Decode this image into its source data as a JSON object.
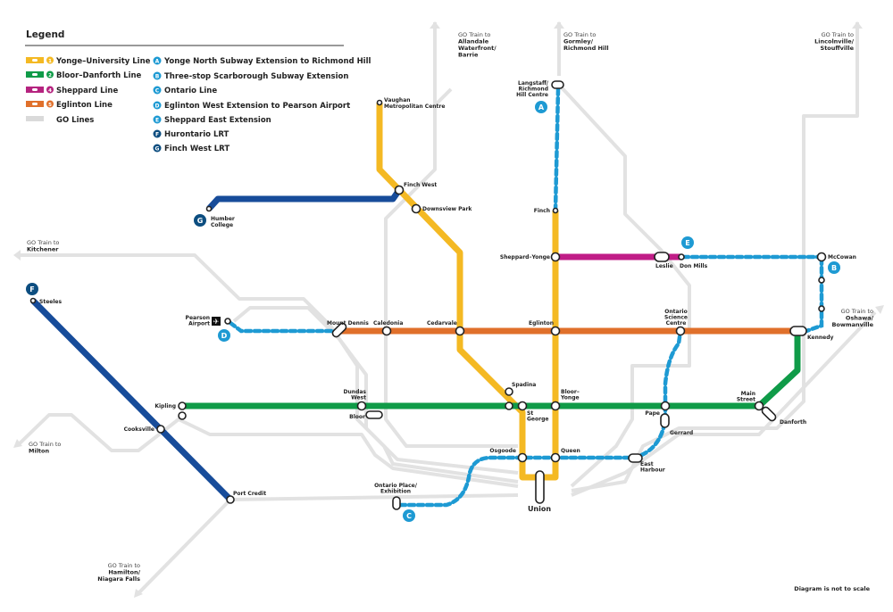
{
  "legend": {
    "title": "Legend",
    "lines": [
      {
        "num": "1",
        "label": "Yonge–University Line",
        "color": "#F4B923"
      },
      {
        "num": "2",
        "label": "Bloor–Danforth Line",
        "color": "#0F9B48"
      },
      {
        "num": "4",
        "label": "Sheppard Line",
        "color": "#B5237F"
      },
      {
        "num": "5",
        "label": "Eglinton Line",
        "color": "#E0702B"
      },
      {
        "num": "",
        "label": "GO Lines",
        "color": "#DADADA"
      }
    ],
    "projects": [
      {
        "letter": "A",
        "label": "Yonge North Subway Extension to Richmond Hill"
      },
      {
        "letter": "B",
        "label": "Three-stop Scarborough Subway Extension"
      },
      {
        "letter": "C",
        "label": "Ontario Line"
      },
      {
        "letter": "D",
        "label": "Eglinton West Extension to Pearson Airport"
      },
      {
        "letter": "E",
        "label": "Sheppard East Extension"
      },
      {
        "letter": "F",
        "label": "Hurontario LRT"
      },
      {
        "letter": "G",
        "label": "Finch West LRT"
      }
    ]
  },
  "go_destinations": {
    "prefix": "GO Train to",
    "barrie": [
      "Allandale",
      "Waterfront/",
      "Barrie"
    ],
    "richmond_hill": [
      "Gormley/",
      "Richmond Hill"
    ],
    "stouffville": [
      "Lincolnville/",
      "Stouffville"
    ],
    "kitchener": [
      "Kitchener"
    ],
    "milton": [
      "Milton"
    ],
    "lakeshore_west": [
      "Hamilton/",
      "Niagara Falls"
    ],
    "lakeshore_east": [
      "Oshawa/",
      "Bowmanville"
    ]
  },
  "stations": {
    "vaughan": [
      "Vaughan",
      "Metropolitan Centre"
    ],
    "finch_west": "Finch West",
    "downsview_park": "Downsview Park",
    "humber": [
      "Humber",
      "College"
    ],
    "langstaff": [
      "Langstaff/",
      "Richmond",
      "Hill Centre"
    ],
    "finch": "Finch",
    "sheppard_yonge": "Sheppard–Yonge",
    "leslie": "Leslie",
    "don_mills": "Don Mills",
    "mccowan": "McCowan",
    "steeles": "Steeles",
    "pearson": [
      "Pearson",
      "Airport"
    ],
    "mount_dennis": "Mount Dennis",
    "caledonia": "Caledonia",
    "cedarvale": "Cedarvale",
    "eglinton": "Eglinton",
    "osc": [
      "Ontario",
      "Science",
      "Centre"
    ],
    "kennedy": "Kennedy",
    "kipling": "Kipling",
    "dundas_west": [
      "Dundas",
      "West"
    ],
    "bloor": "Bloor",
    "spadina": "Spadina",
    "st_george": [
      "St",
      "George"
    ],
    "bloor_yonge": [
      "Bloor–",
      "Yonge"
    ],
    "pape": "Pape",
    "main_street": [
      "Main",
      "Street"
    ],
    "danforth": "Danforth",
    "cooksville": "Cooksville",
    "gerrard": "Gerrard",
    "osgoode": "Osgoode",
    "queen": "Queen",
    "east_harbour": [
      "East",
      "Harbour"
    ],
    "ontario_place": [
      "Ontario Place/",
      "Exhibition"
    ],
    "port_credit": "Port Credit",
    "union": "Union"
  },
  "footnote": "Diagram is not to scale",
  "colors": {
    "ontario_line_dash": "#1E9AD3",
    "lrt_blue": "#174C9A",
    "badge_dark": "#0D4E80"
  }
}
